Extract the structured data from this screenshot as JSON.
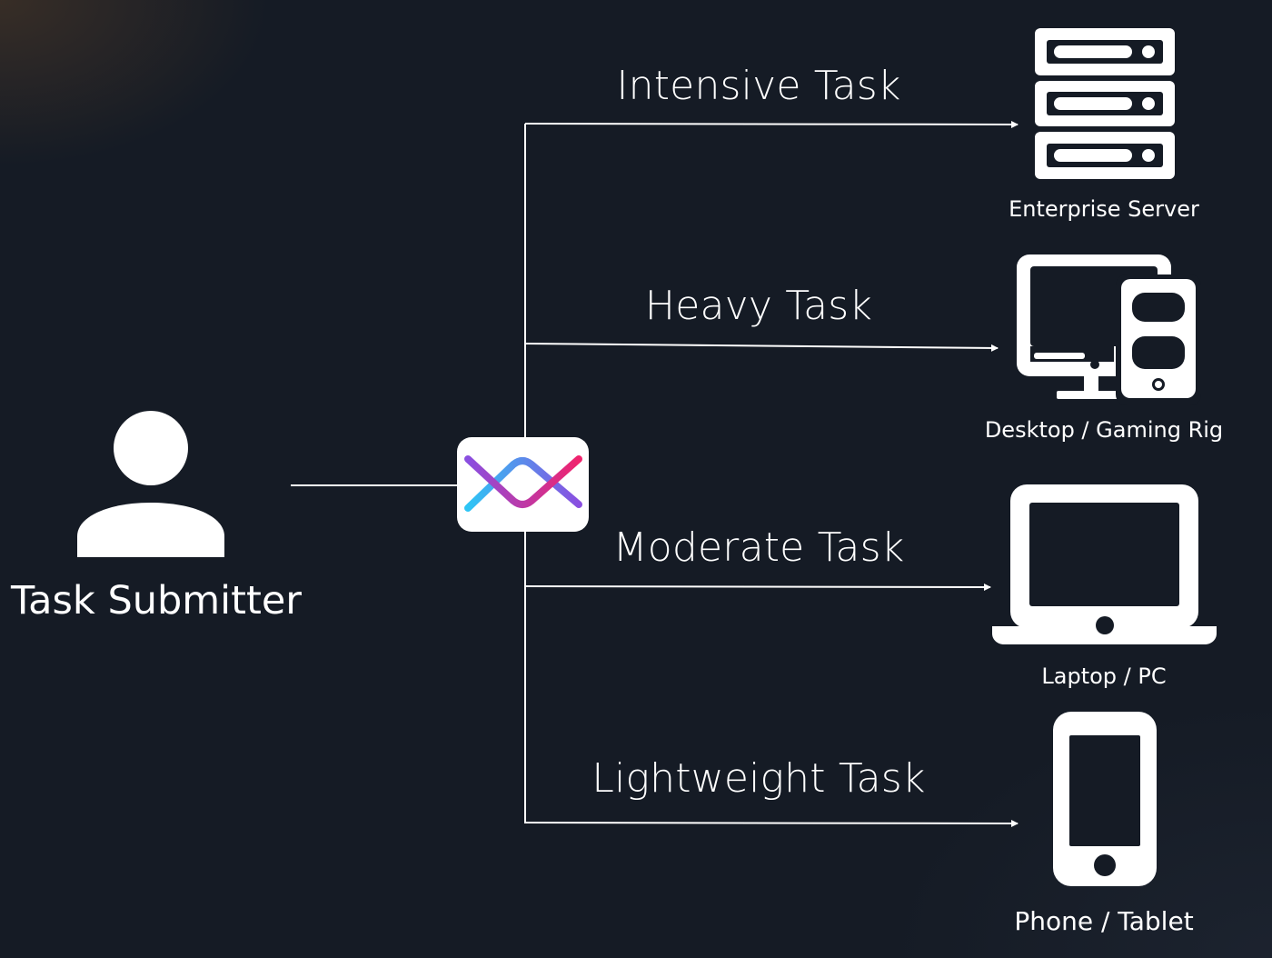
{
  "submitter": {
    "label": "Task Submitter",
    "icon": "person-icon"
  },
  "router": {
    "icon": "router-logo-icon",
    "gradient_colors": [
      "#2ec5f5",
      "#8a4fe0",
      "#f0236d"
    ]
  },
  "routes": [
    {
      "task": "Intensive Task",
      "device": "Enterprise Server",
      "icon": "server-rack-icon"
    },
    {
      "task": "Heavy Task",
      "device": "Desktop / Gaming Rig",
      "icon": "desktop-tower-icon"
    },
    {
      "task": "Moderate Task",
      "device": "Laptop / PC",
      "icon": "laptop-icon"
    },
    {
      "task": "Lightweight Task",
      "device": "Phone / Tablet",
      "icon": "phone-icon"
    }
  ],
  "colors": {
    "background": "#151b25",
    "foreground": "#ffffff"
  }
}
